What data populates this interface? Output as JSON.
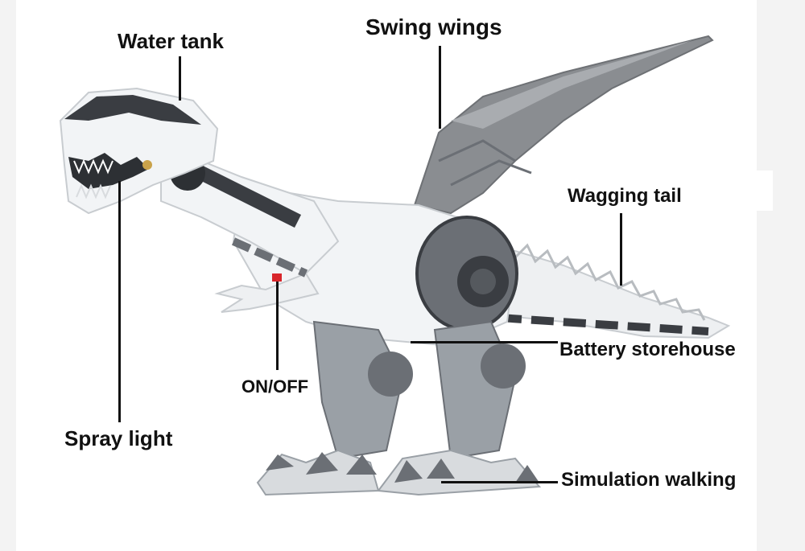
{
  "labels": {
    "water_tank": "Water tank",
    "swing_wings": "Swing wings",
    "wagging_tail": "Wagging tail",
    "battery_storehouse": "Battery storehouse",
    "on_off": "ON/OFF",
    "spray_light": "Spray light",
    "simulation_walking": "Simulation walking"
  },
  "colors": {
    "body_white": "#f2f4f6",
    "plate_dark": "#3a3d42",
    "plate_mid": "#6b6f75",
    "wing_gray": "#8a8d91",
    "leg_gray": "#9aa0a6",
    "switch_red": "#d8262b",
    "text": "#111111"
  }
}
